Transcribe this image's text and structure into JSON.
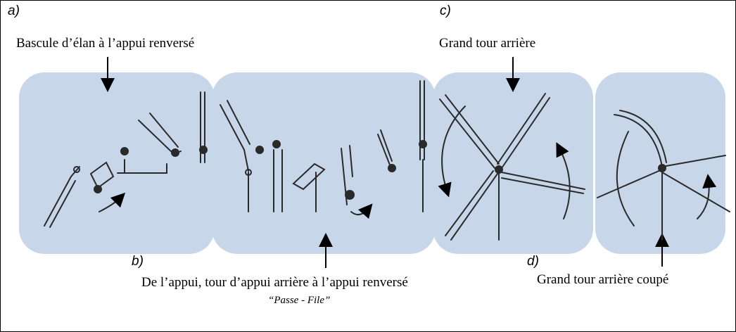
{
  "labels": {
    "a": "a)",
    "b": "b)",
    "c": "c)",
    "d": "d)"
  },
  "captions": {
    "a": "Bascule d’élan à l’appui renversé",
    "b": "De l’appui, tour d’appui arrière à l’appui renversé",
    "b_sub": "“Passe - File”",
    "c": "Grand tour arrière",
    "d": "Grand tour arrière coupé"
  },
  "colors": {
    "panel": "#c8d6ea",
    "ink": "#2a2a2a"
  }
}
